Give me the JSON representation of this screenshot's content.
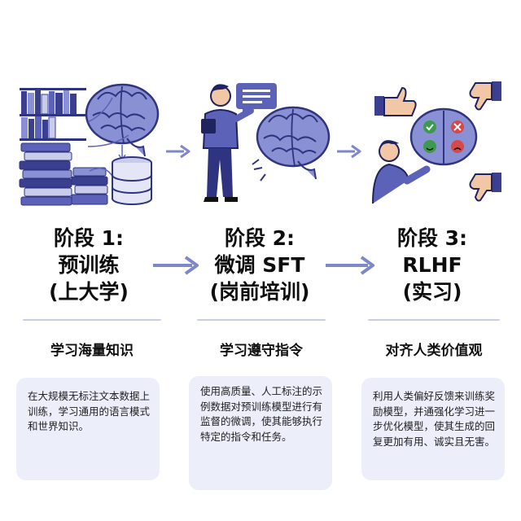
{
  "stages": [
    {
      "title_lines": [
        "阶段 1:",
        "预训练",
        "(上大学)"
      ],
      "subtitle": "学习海量知识",
      "description": "在大规模无标注文本数据上训练，学习通用的语言模式和世界知识。",
      "icon": "books-brain-database-illustration"
    },
    {
      "title_lines": [
        "阶段 2:",
        "微调 SFT",
        "(岗前培训)"
      ],
      "subtitle": "学习遵守指令",
      "description": "使用高质量、人工标注的示例数据对预训练模型进行有监督的微调，使其能够执行特定的指令和任务。",
      "icon": "teacher-brain-illustration"
    },
    {
      "title_lines": [
        "阶段 3:",
        "RLHF",
        "(实习)"
      ],
      "subtitle": "对齐人类价值观",
      "description": "利用人类偏好反馈来训练奖励模型，并通强化学习进一步优化模型，使其生成的回复更加有用、诚实且无害。",
      "icon": "human-feedback-brain-illustration"
    }
  ],
  "colors": {
    "accent": "#4f5fb8",
    "arrow": "#7d87c9",
    "brain": "#8a90d4",
    "brain_dark": "#3a3f8f",
    "card_bg": "#eceefa",
    "divider": "#c9cdea"
  }
}
